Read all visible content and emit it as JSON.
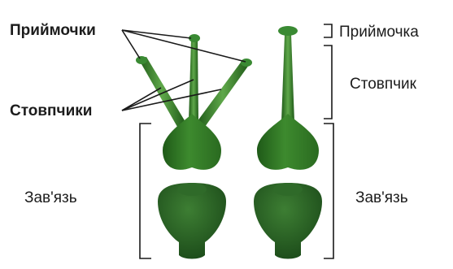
{
  "labels": {
    "stigmas_left": "Приймочки",
    "styles_left": "Стовпчики",
    "ovary_left": "Зав'язь",
    "stigma_right": "Приймочка",
    "style_right": "Стовпчик",
    "ovary_right": "Зав'язь"
  },
  "colors": {
    "background": "#ffffff",
    "plant_dark": "#1f5a18",
    "plant_mid": "#2f7a24",
    "plant_light": "#5fa84a",
    "ovary_dark": "#1e4f1c",
    "ovary_mid": "#2d6a27",
    "stigma_tip": "#3a8a33",
    "line": "#1a1a1a"
  }
}
